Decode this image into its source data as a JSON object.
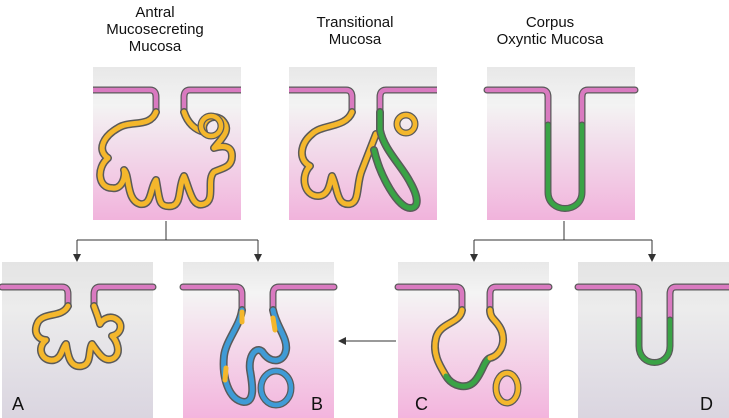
{
  "titles": {
    "antral": "Antral\nMucosecreting\nMucosa",
    "transitional": "Transitional\nMucosa",
    "corpus": "Corpus\nOxyntic Mucosa"
  },
  "panel_labels": {
    "a": "A",
    "b": "B",
    "c": "C",
    "d": "D"
  },
  "colors": {
    "surface_epithelium": "#d97ac0",
    "mucous_glands": "#f4b72c",
    "oxyntic_glands": "#3aa346",
    "pseudopyloric_glands": "#3f9bd6",
    "gland_outline": "#5a5a5a",
    "lamina_top": "#e7e7e7",
    "lamina_bottom": "#f2b6de",
    "arrow": "#333333"
  }
}
